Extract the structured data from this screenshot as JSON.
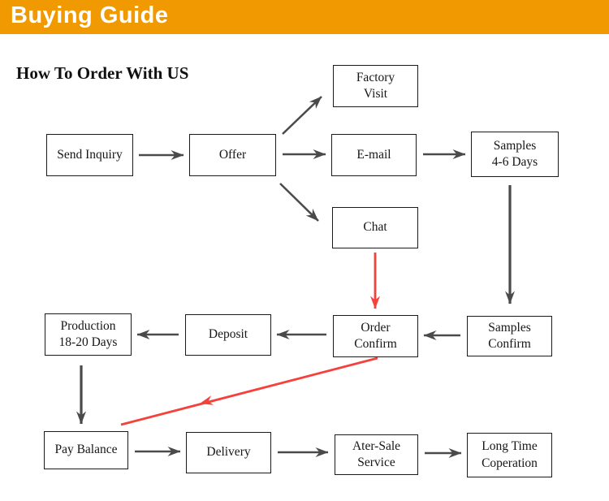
{
  "header": {
    "title": "Buying Guide"
  },
  "page": {
    "subtitle": "How To Order With US"
  },
  "colors": {
    "header_bg": "#F09900",
    "header_text": "#FFFFFF",
    "arrow": "#4A4A4A",
    "arrow_highlight": "#F5413B",
    "box_border": "#1A1A1A",
    "box_text": "#161616"
  },
  "flowchart": {
    "nodes": [
      {
        "id": "send-inquiry",
        "label": "Send Inquiry"
      },
      {
        "id": "offer",
        "label": "Offer"
      },
      {
        "id": "factory-visit",
        "label": "Factory\nVisit"
      },
      {
        "id": "email",
        "label": "E-mail"
      },
      {
        "id": "samples-4-6-days",
        "label": "Samples\n4-6 Days"
      },
      {
        "id": "chat",
        "label": "Chat"
      },
      {
        "id": "samples-confirm",
        "label": "Samples\nConfirm"
      },
      {
        "id": "order-confirm",
        "label": "Order\nConfirm"
      },
      {
        "id": "deposit",
        "label": "Deposit"
      },
      {
        "id": "production-18-20-days",
        "label": "Production\n18-20 Days"
      },
      {
        "id": "pay-balance",
        "label": "Pay Balance"
      },
      {
        "id": "delivery",
        "label": "Delivery"
      },
      {
        "id": "after-sale-service",
        "label": "Ater-Sale\nService"
      },
      {
        "id": "long-time-cooperation",
        "label": "Long Time\nCoperation"
      }
    ],
    "edges": [
      {
        "from": "send-inquiry",
        "to": "offer",
        "highlight": false
      },
      {
        "from": "offer",
        "to": "factory-visit",
        "highlight": false
      },
      {
        "from": "offer",
        "to": "email",
        "highlight": false
      },
      {
        "from": "offer",
        "to": "chat",
        "highlight": false
      },
      {
        "from": "email",
        "to": "samples-4-6-days",
        "highlight": false
      },
      {
        "from": "samples-4-6-days",
        "to": "samples-confirm",
        "highlight": false
      },
      {
        "from": "samples-confirm",
        "to": "order-confirm",
        "highlight": false
      },
      {
        "from": "chat",
        "to": "order-confirm",
        "highlight": true
      },
      {
        "from": "order-confirm",
        "to": "deposit",
        "highlight": false
      },
      {
        "from": "deposit",
        "to": "production-18-20-days",
        "highlight": false
      },
      {
        "from": "production-18-20-days",
        "to": "pay-balance",
        "highlight": false
      },
      {
        "from": "order-confirm",
        "to": "pay-balance",
        "highlight": true
      },
      {
        "from": "pay-balance",
        "to": "delivery",
        "highlight": false
      },
      {
        "from": "delivery",
        "to": "after-sale-service",
        "highlight": false
      },
      {
        "from": "after-sale-service",
        "to": "long-time-cooperation",
        "highlight": false
      }
    ]
  }
}
